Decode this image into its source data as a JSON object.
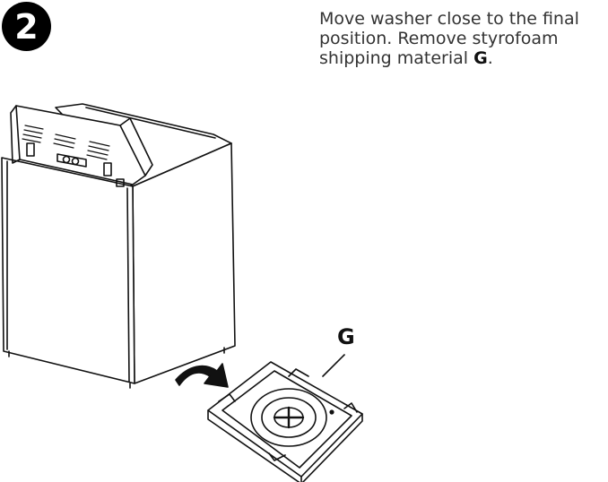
{
  "step": {
    "number": "2"
  },
  "instruction": {
    "text": "Move washer close to the final position. Remove styrofoam shipping material ",
    "bold_ref": "G",
    "end": "."
  },
  "callout": {
    "label": "G"
  },
  "colors": {
    "ink": "#111111",
    "text": "#333333",
    "badge": "#000000"
  },
  "icons": [
    "washer-illustration",
    "move-arrow-icon",
    "styrofoam-base-illustration"
  ]
}
